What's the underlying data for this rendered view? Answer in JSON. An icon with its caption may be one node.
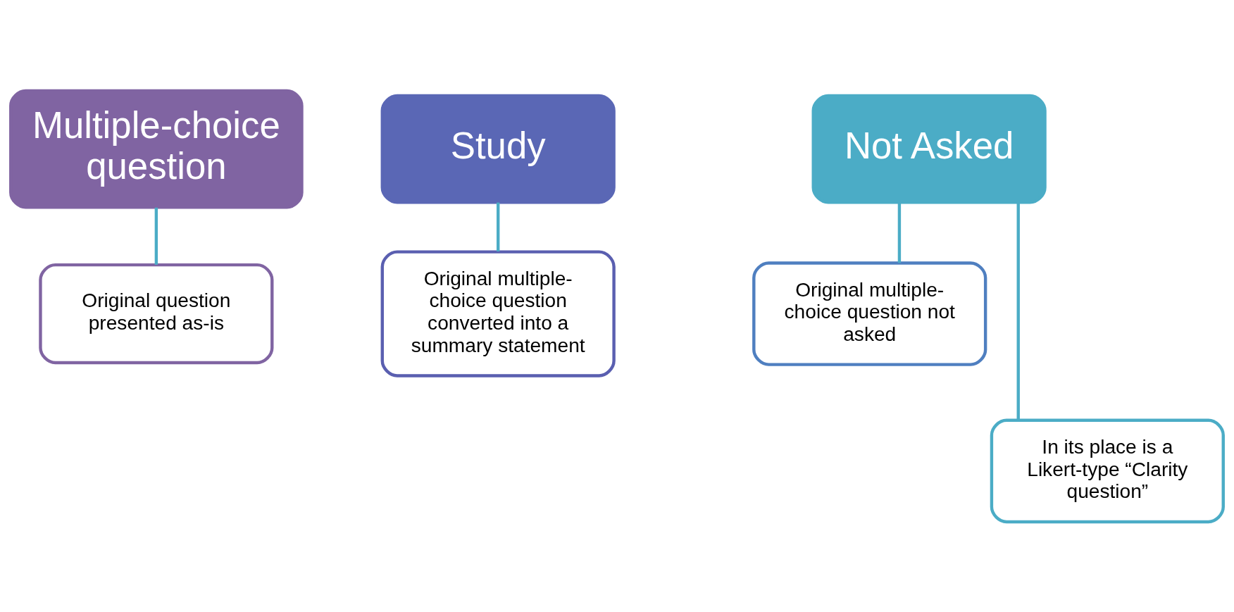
{
  "diagram": {
    "nodes": [
      {
        "text": [
          "Multiple-choice question"
        ]
      },
      {
        "text": [
          "Original question presented as-is"
        ]
      },
      {
        "text": [
          "Study"
        ]
      },
      {
        "text": [
          "Original multiple-choice question converted into a summary statement"
        ]
      },
      {
        "text": [
          "Not Asked"
        ]
      },
      {
        "text": [
          "Original multiple-choice question not asked"
        ]
      },
      {
        "text": [
          "In its place is a Likert-type “Clarity question”"
        ]
      }
    ],
    "edges": [
      {
        "from": 0,
        "to": 1,
        "arrow": "none"
      },
      {
        "from": 2,
        "to": 3,
        "arrow": "none"
      },
      {
        "from": 4,
        "to": 5,
        "arrow": "none"
      },
      {
        "from": 4,
        "to": 6,
        "arrow": "none"
      }
    ]
  }
}
